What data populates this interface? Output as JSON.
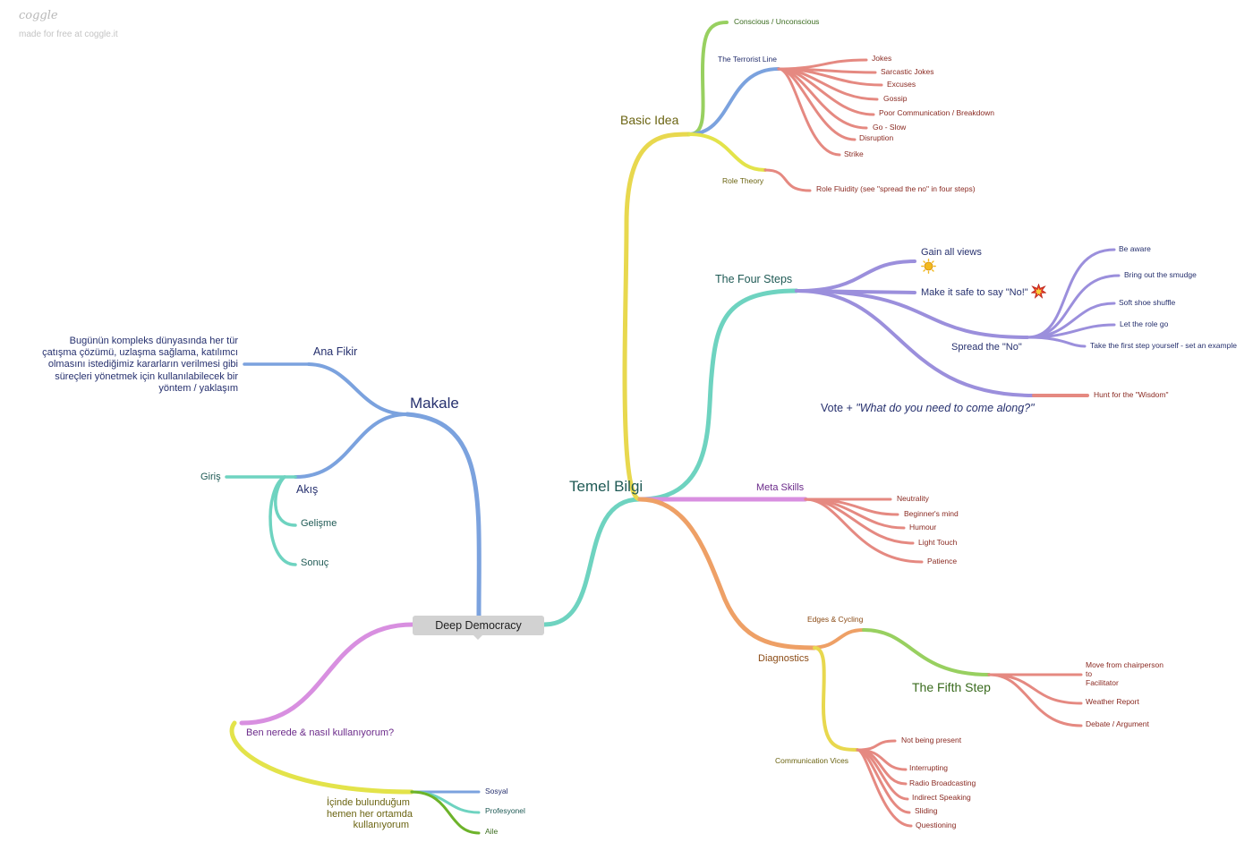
{
  "brand": {
    "logo": "coggle",
    "tagline": "made for free at coggle.it"
  },
  "root": "Deep Democracy",
  "makale": {
    "title": "Makale",
    "ana_fikir": {
      "label": "Ana Fikir",
      "text": "Bugünün kompleks dünyasında her tür çatışma çözümü, uzlaşma sağlama, katılımcı olmasını istediğimiz kararların verilmesi gibi süreçleri yönetmek için kullanılabilecek bir yöntem / yaklaşım"
    },
    "akis": {
      "label": "Akış",
      "items": [
        "Giriş",
        "Gelişme",
        "Sonuç"
      ]
    }
  },
  "ben_nerede": {
    "label": "Ben nerede & nasıl kullanıyorum?",
    "icinde": {
      "lines": [
        "İçinde bulunduğum",
        "hemen her ortamda",
        "kullanıyorum"
      ],
      "items": [
        "Sosyal",
        "Profesyonel",
        "Aile"
      ]
    }
  },
  "temel_bilgi": {
    "label": "Temel Bilgi",
    "basic_idea": {
      "label": "Basic Idea",
      "conscious": "Conscious / Unconscious",
      "terrorist_line": {
        "label": "The Terrorist Line",
        "items": [
          "Jokes",
          "Sarcastic Jokes",
          "Excuses",
          "Gossip",
          "Poor Communication / Breakdown",
          "Go - Slow",
          "Disruption",
          "Strike"
        ]
      },
      "role_theory": {
        "label": "Role Theory",
        "item": "Role Fluidity (see \"spread the no\" in four steps)"
      }
    },
    "four_steps": {
      "label": "The Four Steps",
      "gain_all_views": "Gain all views",
      "make_it_safe": "Make it safe to say \"No!\"",
      "spread_the_no": {
        "label": "Spread the \"No\"",
        "items": [
          "Be aware",
          "Bring out the smudge",
          "Soft shoe shuffle",
          "Let the role go",
          "Take the first step yourself - set an example"
        ]
      },
      "vote_prefix": "Vote + ",
      "vote_quote": "\"What do you need to come along?\"",
      "hunt": "Hunt for the \"Wisdom\""
    },
    "meta_skills": {
      "label": "Meta Skills",
      "items": [
        "Neutrality",
        "Beginner's mind",
        "Humour",
        "Light Touch",
        "Patience"
      ]
    },
    "diagnostics": {
      "label": "Diagnostics",
      "edges": "Edges & Cycling",
      "fifth_step": {
        "label": "The Fifth Step",
        "move_lines": [
          "Move from chairperson",
          "to",
          "Facilitator"
        ],
        "items": [
          "Weather Report",
          "Debate / Argument"
        ]
      },
      "vices": {
        "label": "Communication Vices",
        "items": [
          "Not being present",
          "Interrupting",
          "Radio Broadcasting",
          "Indirect Speaking",
          "Sliding",
          "Questioning"
        ]
      }
    }
  },
  "colors": {
    "blue": "#7ba2de",
    "teal": "#6ed3c0",
    "yellow": "#e8d84e",
    "green": "#98d060",
    "salmon": "#e58981",
    "purple": "#9b8fdc",
    "violet": "#d88fe0",
    "orange": "#eea066",
    "lime": "#e3e34a",
    "darkgreen": "#6db32a"
  },
  "icons": {
    "gain_all_views": "sun-icon",
    "make_it_safe": "explosion-icon"
  }
}
